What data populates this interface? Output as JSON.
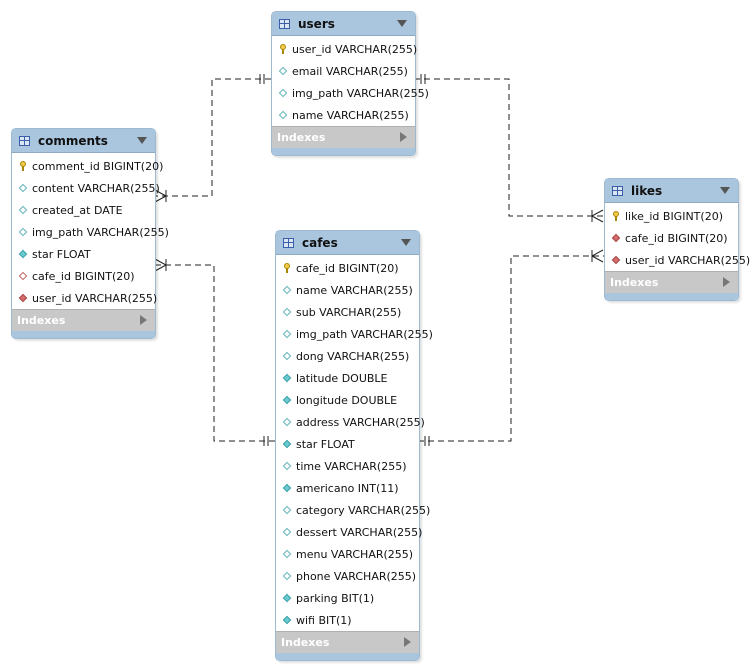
{
  "indexes_label": "Indexes",
  "tables": {
    "users": {
      "name": "users",
      "columns": [
        {
          "text": "user_id VARCHAR(255)",
          "icon": "key"
        },
        {
          "text": "email VARCHAR(255)",
          "icon": "dia"
        },
        {
          "text": "img_path VARCHAR(255)",
          "icon": "dia"
        },
        {
          "text": "name VARCHAR(255)",
          "icon": "dia"
        }
      ]
    },
    "comments": {
      "name": "comments",
      "columns": [
        {
          "text": "comment_id BIGINT(20)",
          "icon": "key"
        },
        {
          "text": "content VARCHAR(255)",
          "icon": "dia"
        },
        {
          "text": "created_at DATE",
          "icon": "dia"
        },
        {
          "text": "img_path VARCHAR(255)",
          "icon": "dia"
        },
        {
          "text": "star FLOAT",
          "icon": "dia-fill"
        },
        {
          "text": "cafe_id BIGINT(20)",
          "icon": "fk-empty"
        },
        {
          "text": "user_id VARCHAR(255)",
          "icon": "fk"
        }
      ]
    },
    "cafes": {
      "name": "cafes",
      "columns": [
        {
          "text": "cafe_id BIGINT(20)",
          "icon": "key"
        },
        {
          "text": "name VARCHAR(255)",
          "icon": "dia"
        },
        {
          "text": "sub VARCHAR(255)",
          "icon": "dia"
        },
        {
          "text": "img_path VARCHAR(255)",
          "icon": "dia"
        },
        {
          "text": "dong VARCHAR(255)",
          "icon": "dia"
        },
        {
          "text": "latitude DOUBLE",
          "icon": "dia-fill"
        },
        {
          "text": "longitude DOUBLE",
          "icon": "dia-fill"
        },
        {
          "text": "address VARCHAR(255)",
          "icon": "dia"
        },
        {
          "text": "star FLOAT",
          "icon": "dia-fill"
        },
        {
          "text": "time VARCHAR(255)",
          "icon": "dia"
        },
        {
          "text": "americano INT(11)",
          "icon": "dia-fill"
        },
        {
          "text": "category VARCHAR(255)",
          "icon": "dia"
        },
        {
          "text": "dessert VARCHAR(255)",
          "icon": "dia"
        },
        {
          "text": "menu VARCHAR(255)",
          "icon": "dia"
        },
        {
          "text": "phone VARCHAR(255)",
          "icon": "dia"
        },
        {
          "text": "parking BIT(1)",
          "icon": "dia-fill"
        },
        {
          "text": "wifi BIT(1)",
          "icon": "dia-fill"
        }
      ]
    },
    "likes": {
      "name": "likes",
      "columns": [
        {
          "text": "like_id BIGINT(20)",
          "icon": "key"
        },
        {
          "text": "cafe_id BIGINT(20)",
          "icon": "fk"
        },
        {
          "text": "user_id VARCHAR(255)",
          "icon": "fk"
        }
      ]
    }
  }
}
